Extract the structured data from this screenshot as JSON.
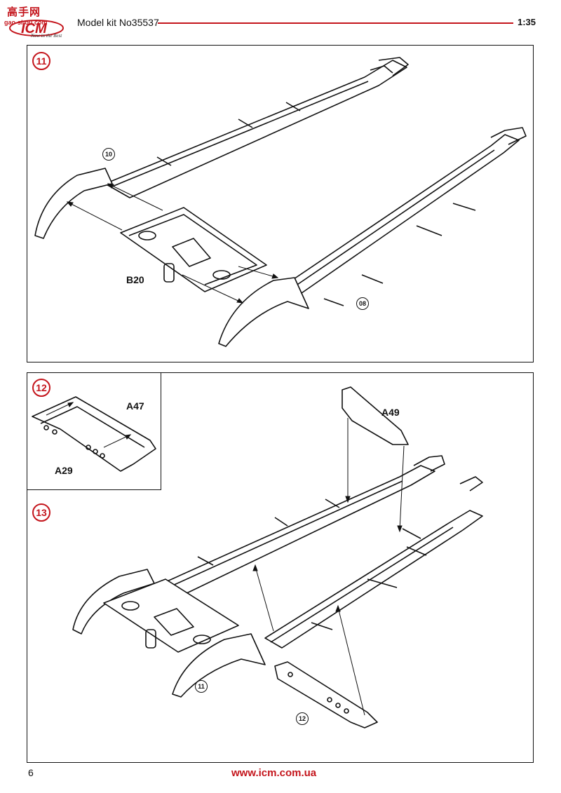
{
  "header": {
    "logo_text": "ICM",
    "logo_cn": "高手网",
    "logo_site": "gao-shou.com",
    "logo_tagline": "Now in the Best",
    "kit_title": "Model kit No35537",
    "scale": "1:35"
  },
  "steps": {
    "s11": {
      "badge": "11",
      "ref_10": "10",
      "ref_08": "08",
      "part_b20": "B20"
    },
    "s12": {
      "badge": "12",
      "part_a47": "A47",
      "part_a29": "A29"
    },
    "s13": {
      "badge": "13",
      "part_a49": "A49",
      "ref_11": "11",
      "ref_12": "12"
    }
  },
  "footer": {
    "page_number": "6",
    "url": "www.icm.com.ua"
  },
  "colors": {
    "accent": "#c4151c",
    "line": "#111111"
  }
}
